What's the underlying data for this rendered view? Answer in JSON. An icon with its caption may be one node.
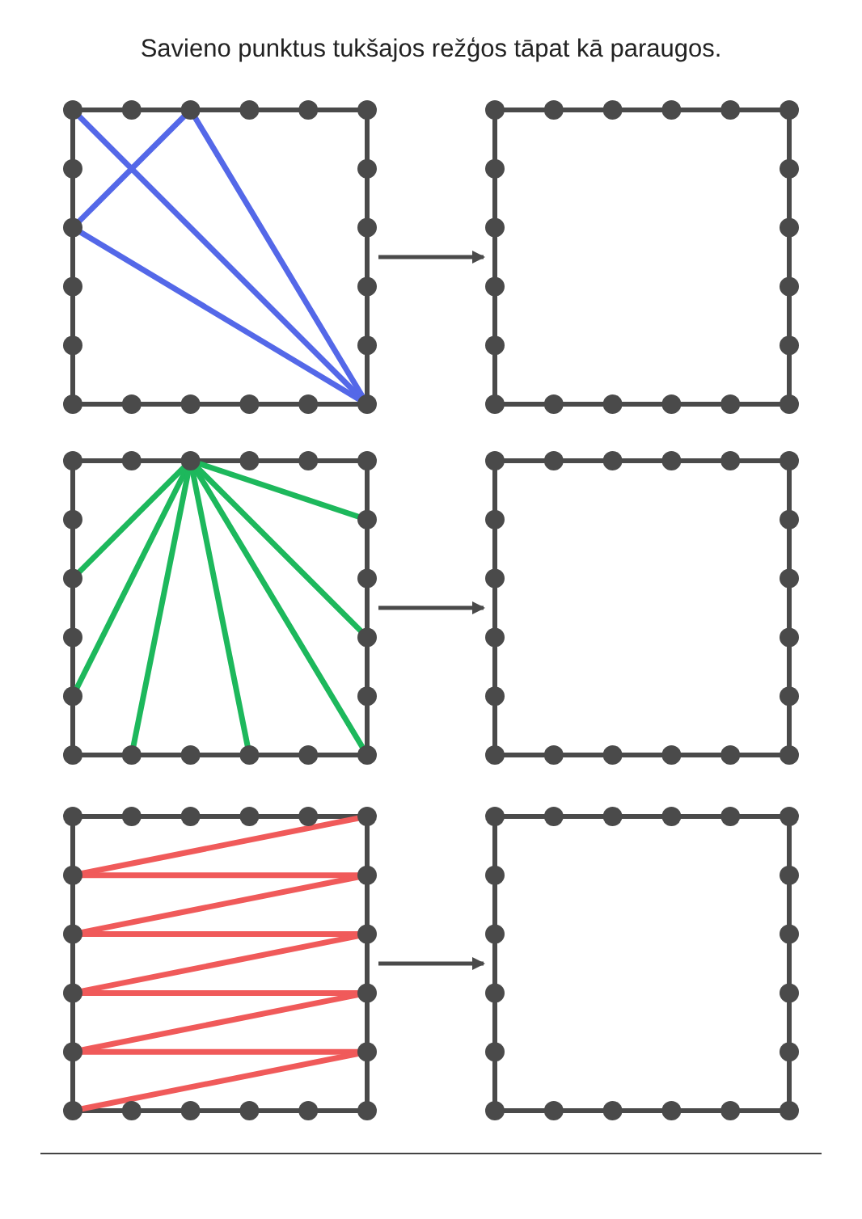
{
  "diagram": {
    "title": "Savieno punktus tukšajos režģos tāpat kā paraugos.",
    "nodes": [
      {
        "text": [],
        "shape": "box"
      },
      {
        "text": [],
        "shape": "box"
      },
      {
        "text": [],
        "shape": "box"
      },
      {
        "text": [],
        "shape": "box"
      },
      {
        "text": [],
        "shape": "box"
      },
      {
        "text": [],
        "shape": "box"
      }
    ],
    "edges": [
      {
        "from": 0,
        "to": 1,
        "arrow": "to"
      },
      {
        "from": 2,
        "to": 3,
        "arrow": "to"
      },
      {
        "from": 4,
        "to": 5,
        "arrow": "to"
      }
    ]
  }
}
